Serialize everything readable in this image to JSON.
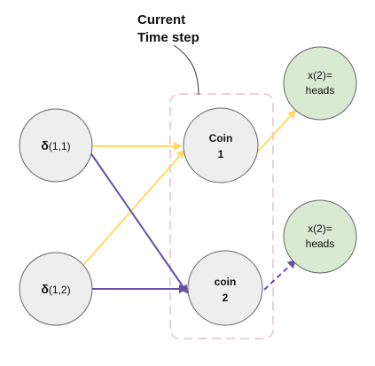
{
  "callout": {
    "line1": "Current",
    "line2": "Time step"
  },
  "nodes": {
    "delta_1": {
      "symbol": "δ",
      "sub": "(1,1)"
    },
    "delta_2": {
      "symbol": "δ",
      "sub": "(1,2)"
    },
    "coin_1": {
      "line1": "Coin",
      "line2": "1"
    },
    "coin_2": {
      "line1": "coin",
      "line2": "2"
    },
    "out_1": {
      "line1": "x(2)=",
      "line2": "heads"
    },
    "out_2": {
      "line1": "x(2)=",
      "line2": "heads"
    }
  },
  "colors": {
    "node_fill": "#eeeeee",
    "node_stroke": "#666666",
    "out_fill": "#d9ead3",
    "yellow_edge": "#ffd966",
    "purple_edge": "#674ea7",
    "dashed_box": "#ead1dc"
  }
}
